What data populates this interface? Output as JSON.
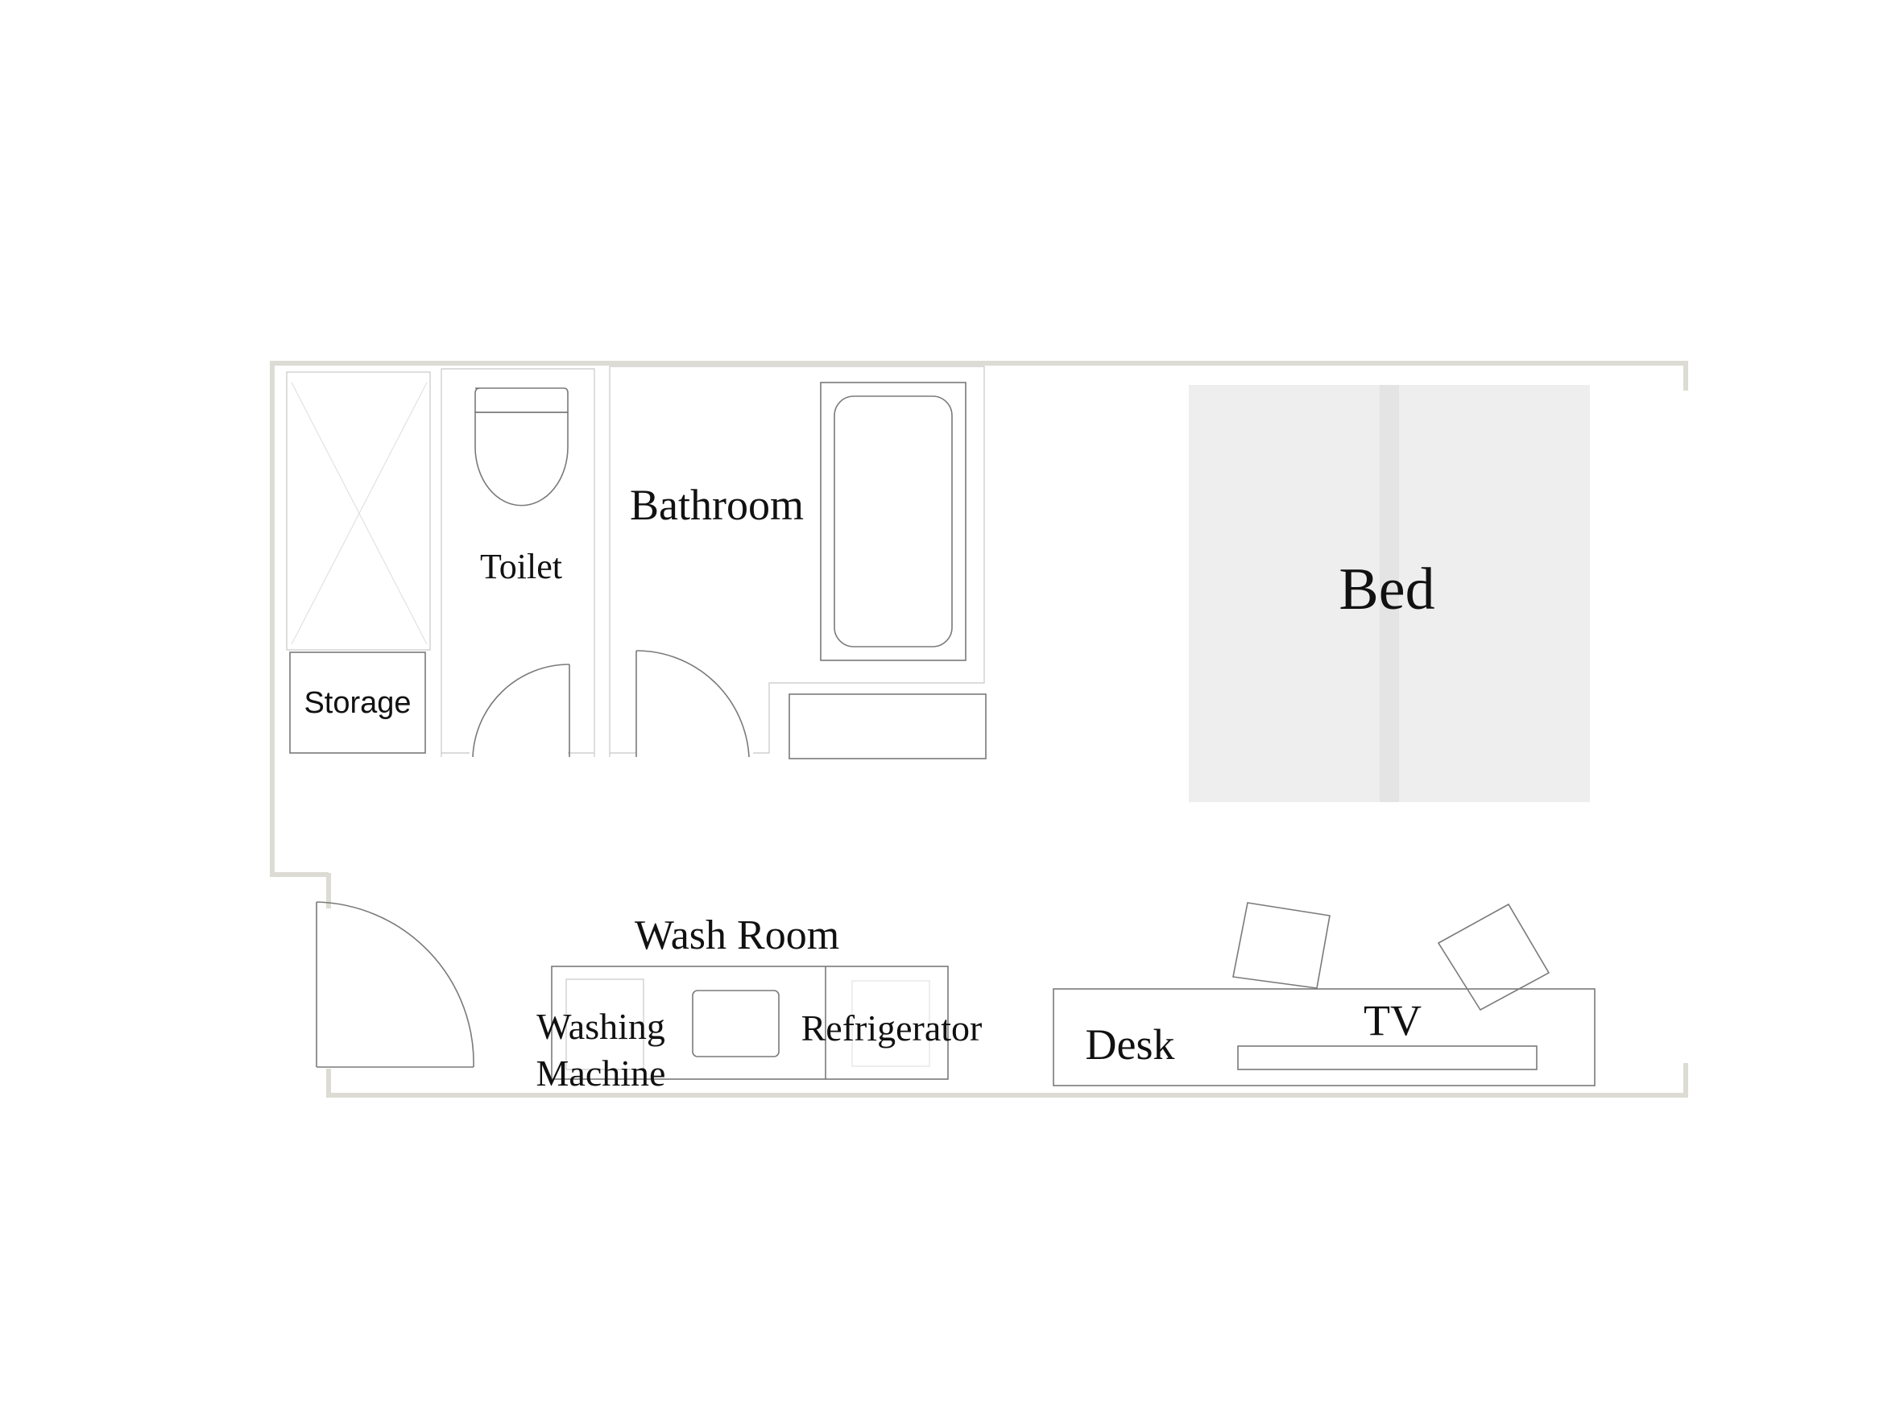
{
  "floorplan": {
    "labels": {
      "storage": "Storage",
      "toilet": "Toilet",
      "bathroom": "Bathroom",
      "bed": "Bed",
      "wash_room": "Wash Room",
      "washing_machine_line1": "Washing",
      "washing_machine_line2": "Machine",
      "refrigerator": "Refrigerator",
      "desk": "Desk",
      "tv": "TV"
    },
    "colors": {
      "wall": "#dcdcd4",
      "bed_fill": "#eeeeee",
      "bed_divider": "#e4e4e4",
      "text": "#111111"
    }
  }
}
